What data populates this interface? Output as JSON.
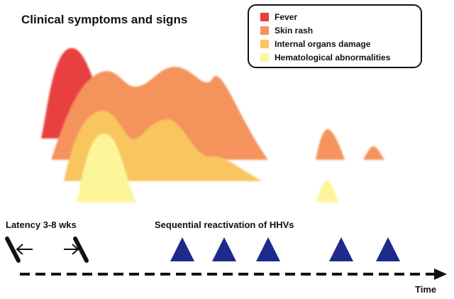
{
  "title": "Clinical symptoms and signs",
  "legend": {
    "items": [
      {
        "label": "Fever",
        "color": "#e8403f"
      },
      {
        "label": "Skin rash",
        "color": "#f5935b"
      },
      {
        "label": "Internal organs damage",
        "color": "#f9c55f"
      },
      {
        "label": "Hematological abnormalities",
        "color": "#fdf59a"
      }
    ]
  },
  "latency": {
    "label": "Latency 3-8 wks"
  },
  "reactivation": {
    "label": "Sequential reactivation of HHVs",
    "triangle_color": "#1f2a8c",
    "count": 5
  },
  "axis": {
    "label": "Time"
  }
}
